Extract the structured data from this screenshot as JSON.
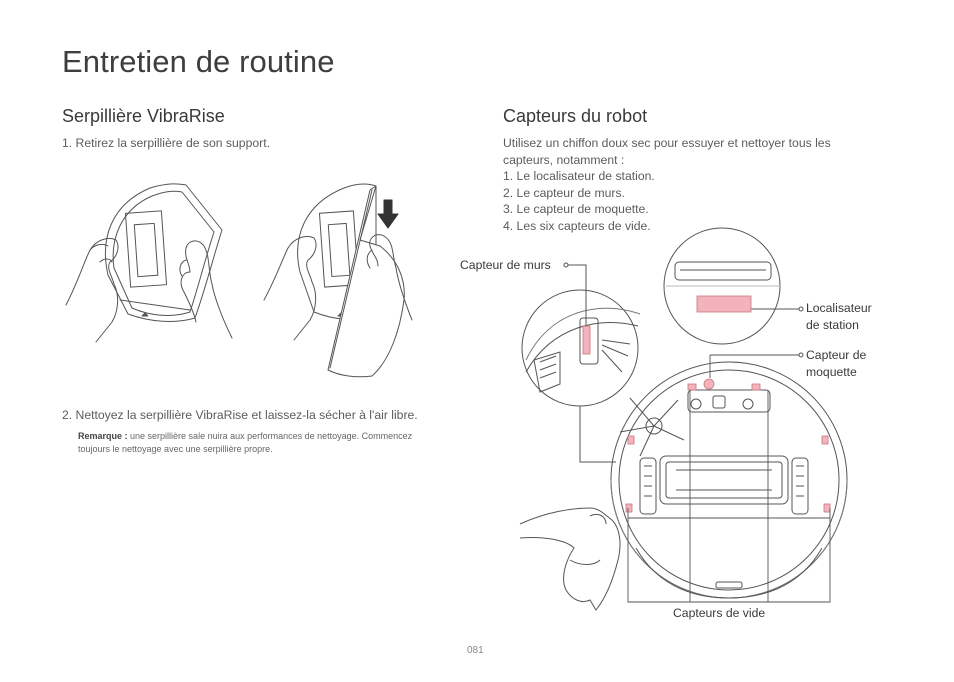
{
  "page": {
    "title": "Entretien de routine",
    "page_number": "081"
  },
  "left": {
    "heading": "Serpillière VibraRise",
    "step1": "1. Retirez la serpillière de son support.",
    "step2": "2. Nettoyez la serpillière VibraRise et laissez-la sécher à l'air libre.",
    "note_label": "Remarque :",
    "note_text_line1": "une serpillière sale nuira aux performances de nettoyage. Commencez",
    "note_text_line2": "toujours le nettoyage avec une serpillière propre."
  },
  "right": {
    "heading": "Capteurs du robot",
    "intro_line1": "Utilisez un chiffon doux sec pour essuyer et nettoyer tous les",
    "intro_line2": "capteurs, notamment :",
    "items": [
      "1. Le localisateur de station.",
      "2. Le capteur de murs.",
      "3. Le capteur de moquette.",
      "4. Les six capteurs de vide."
    ]
  },
  "diagram": {
    "label_wall": "Capteur de murs",
    "label_dock_1": "Localisateur",
    "label_dock_2": "de station",
    "label_carpet_1": "Capteur de",
    "label_carpet_2": "moquette",
    "label_cliff": "Capteurs de vide",
    "sensor_color": "#f2b3bf",
    "line_color": "#555555"
  }
}
